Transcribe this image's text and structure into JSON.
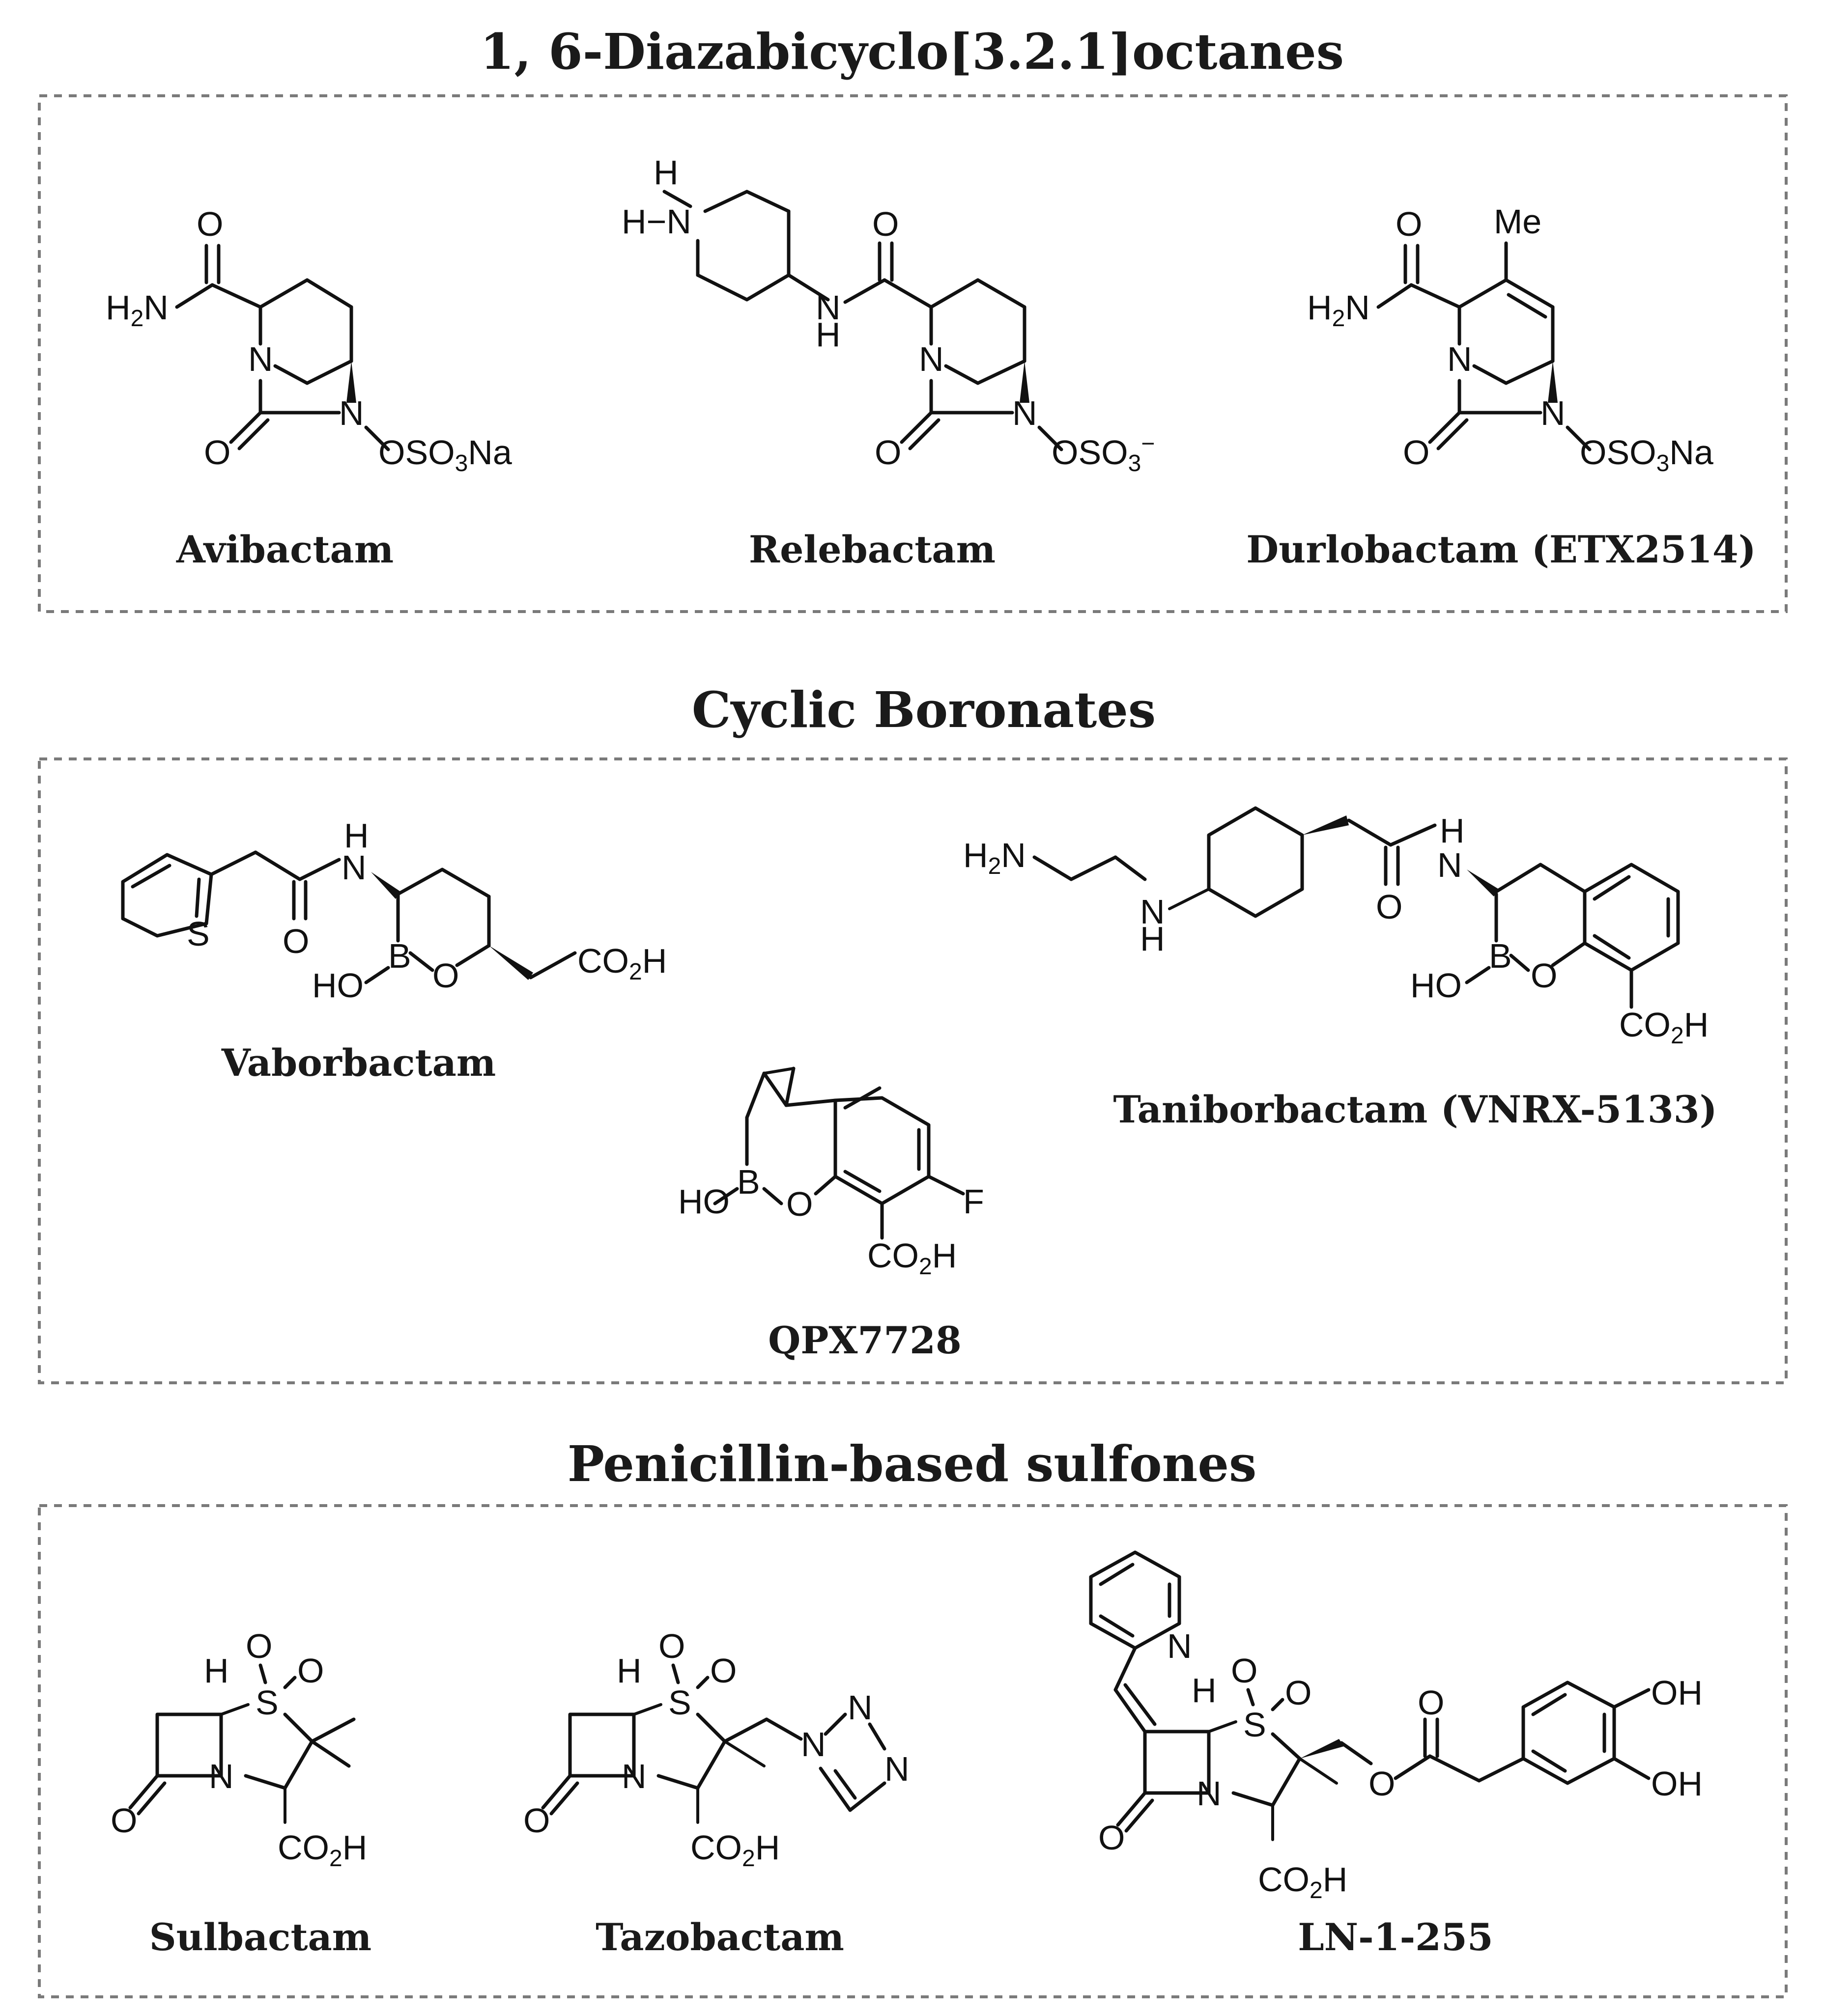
{
  "sections": [
    {
      "title": "1, 6-Diazabicyclo[3.2.1]octanes",
      "compounds": [
        {
          "name": "Avibactam"
        },
        {
          "name": "Relebactam"
        },
        {
          "name": "Durlobactam (ETX2514)"
        }
      ]
    },
    {
      "title": "Cyclic Boronates",
      "compounds": [
        {
          "name": "Vaborbactam"
        },
        {
          "name": "Taniborbactam (VNRX-5133)"
        },
        {
          "name": "QPX7728"
        }
      ]
    },
    {
      "title": "Penicillin-based sulfones",
      "compounds": [
        {
          "name": "Sulbactam"
        },
        {
          "name": "Tazobactam"
        },
        {
          "name": "LN-1-255"
        }
      ]
    }
  ],
  "atom_labels": {
    "O": "O",
    "N": "N",
    "S": "S",
    "B": "B",
    "F": "F",
    "H": "H",
    "NH": "NH",
    "H2N": "H2N",
    "HO": "HO",
    "OH": "OH",
    "CO2H": "CO2H",
    "OSO3Na": "OSO3Na",
    "OSO3minus": "OSO3−",
    "Me": "Me",
    "HN": "H−N"
  }
}
